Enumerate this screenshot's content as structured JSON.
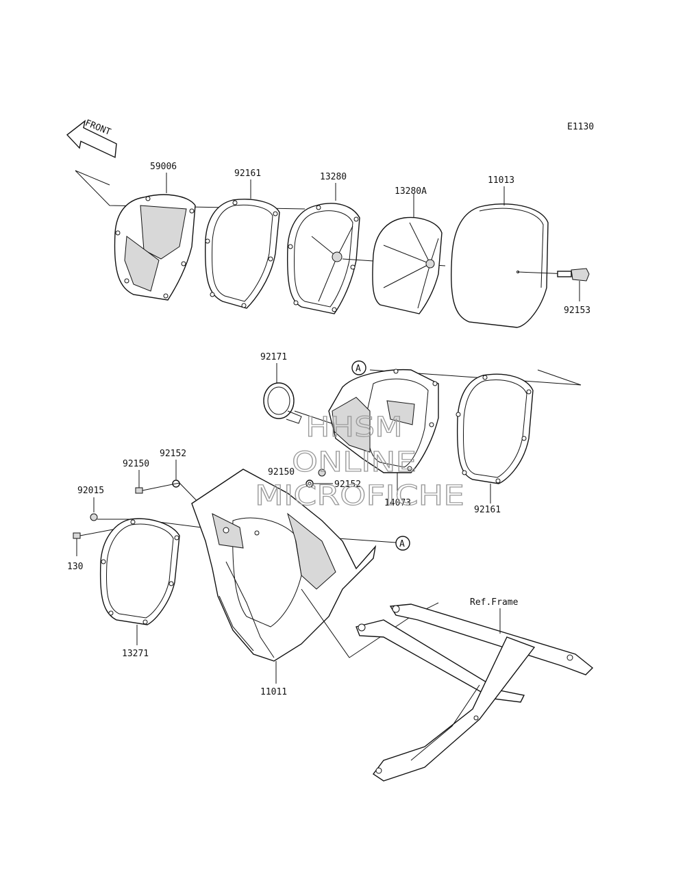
{
  "diagram_code": "E1130",
  "front_arrow": "FRONT",
  "watermark": [
    "HHSM",
    "ONLINE",
    "MICROFICHE"
  ],
  "ref_callout": "A",
  "parts": {
    "p59006": "59006",
    "p92161_top": "92161",
    "p13280": "13280",
    "p13280a": "13280A",
    "p11013": "11013",
    "p92153": "92153",
    "p92171": "92171",
    "p92150_right": "92150",
    "p92152_right": "92152",
    "p14073": "14073",
    "p92161_mid": "92161",
    "p92150_left": "92150",
    "p92152_left": "92152",
    "p92015": "92015",
    "p130": "130",
    "p13271": "13271",
    "p11011": "11011"
  },
  "ref_frame": "Ref.Frame"
}
